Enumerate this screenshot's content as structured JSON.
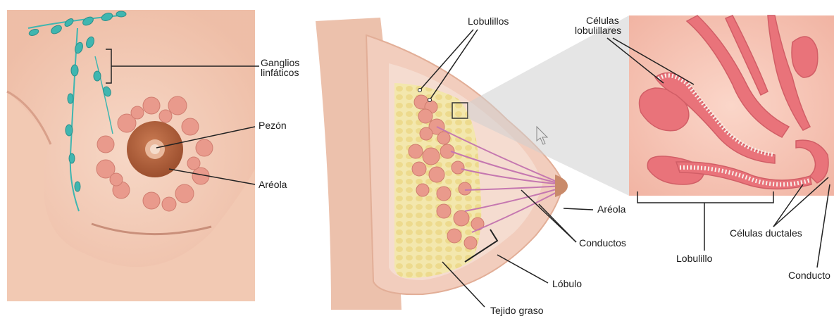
{
  "labels": {
    "ganglios_line1": "Ganglios",
    "ganglios_line2": "linfáticos",
    "pezon": "Pezón",
    "areola_front": "Aréola",
    "lobulillos": "Lobulillos",
    "areola_side": "Aréola",
    "conductos": "Conductos",
    "lobulo": "Lóbulo",
    "tejido_graso": "Tejido graso",
    "celulas_lob_line1": "Células",
    "celulas_lob_line2": "lobulillares",
    "lobulillo": "Lobulillo",
    "celulas_ductales": "Células ductales",
    "conducto": "Conducto"
  },
  "colors": {
    "skin": "#f4cdb9",
    "skin_dark": "#e8b29a",
    "lymph": "#3fb6b0",
    "lobule": "#e99a8c",
    "fat": "#f2e4a6",
    "duct": "#c577b0",
    "areola": "#b8643f",
    "zoom_bg": "#f6c5b6",
    "lobule_zoom": "#e9737a"
  },
  "icons": {
    "cursor": "mouse-pointer-icon"
  }
}
